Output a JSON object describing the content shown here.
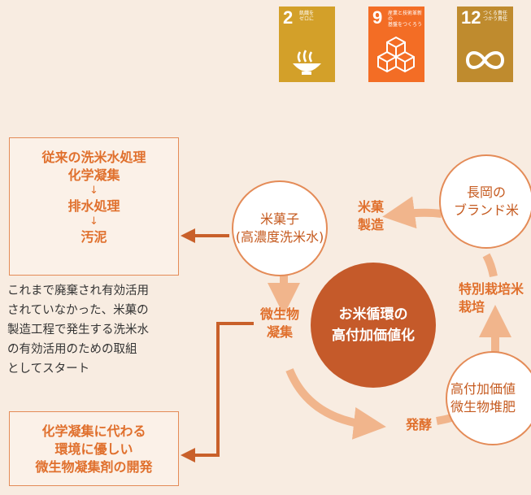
{
  "sdg_icons": [
    {
      "number": "2",
      "text": "飢餓を\nゼロに",
      "color": "#d3a029",
      "icon": "food-bowl-icon"
    },
    {
      "number": "9",
      "text": "産業と技術革新の\n基盤をつくろう",
      "color": "#f36d25",
      "icon": "cubes-icon"
    },
    {
      "number": "12",
      "text": "つくる責任\nつかう責任",
      "color": "#bf8b2e",
      "icon": "infinity-icon"
    }
  ],
  "conventional": {
    "lines": [
      "従来の洗米水処理",
      "化学凝集",
      "排水処理",
      "汚泥"
    ],
    "step_arrow": "↓"
  },
  "note": "これまで廃棄され有効活用\nされていなかった、米菓の\n製造工程で発生する洗米水\nの有効活用のための取組\nとしてスタート",
  "new_method": "化学凝集に代わる\n環境に優しい\n微生物凝集剤の開発",
  "cycle": {
    "center": "お米循環の\n高付加価値化",
    "nodes": {
      "rice_cracker": "米菓子\n(高濃度洗米水)",
      "nagaoka": "長岡の\nブランド米",
      "fertilizer": "高付加価値\n微生物堆肥"
    },
    "labels": {
      "manufacture": "米菓\n製造",
      "flocculation": "微生物\n凝集",
      "fermentation": "発酵",
      "cultivation": "特別栽培米\n栽培"
    }
  },
  "colors": {
    "accent": "#e0702d",
    "arrow": "#f1b58c",
    "dark_arrow": "#c9602a",
    "center": "#c55a2a",
    "background": "#f8ece1"
  }
}
